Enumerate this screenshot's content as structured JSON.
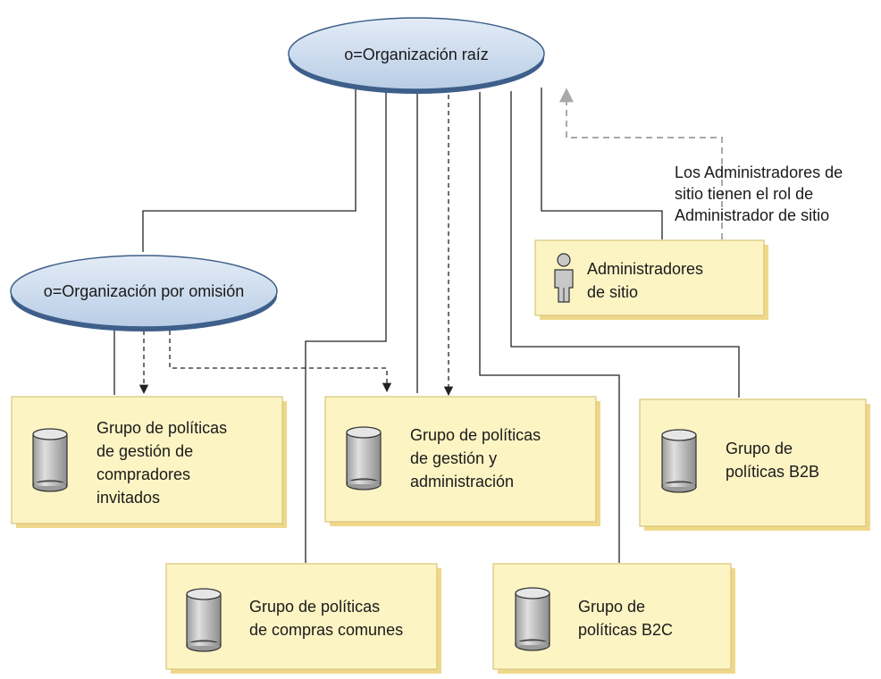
{
  "nodes": {
    "root_org": {
      "label": "o=Organización raíz"
    },
    "default_org": {
      "label": "o=Organización por omisión"
    },
    "site_admins": {
      "lines": [
        "Administradores",
        "de sitio"
      ],
      "icon": "person-icon"
    },
    "guest_buyers": {
      "lines": [
        "Grupo de políticas",
        "de gestión de",
        "compradores",
        "invitados"
      ],
      "icon": "database-icon"
    },
    "mgmt_admin": {
      "lines": [
        "Grupo de políticas",
        "de gestión y",
        "administración"
      ],
      "icon": "database-icon"
    },
    "b2b": {
      "lines": [
        "Grupo de",
        "políticas B2B"
      ],
      "icon": "database-icon"
    },
    "common_shopping": {
      "lines": [
        "Grupo de políticas",
        "de compras comunes"
      ],
      "icon": "database-icon"
    },
    "b2c": {
      "lines": [
        "Grupo de",
        "políticas B2C"
      ],
      "icon": "database-icon"
    }
  },
  "annotation": {
    "lines": [
      "Los Administradores de",
      "sitio tienen el rol de",
      "Administrador de sitio"
    ]
  },
  "colors": {
    "ellipse_fill": "#c9d9ec",
    "ellipse_stroke": "#3e5f8a",
    "box_fill": "#fdf4c4",
    "icon_fill": "#c8c8c8"
  }
}
